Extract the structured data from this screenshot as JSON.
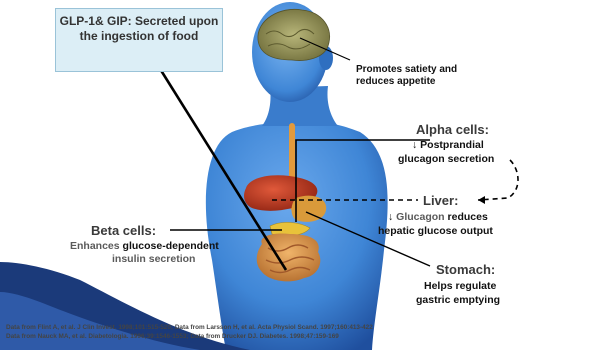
{
  "callout": {
    "text": "GLP-1& GIP: Secreted upon the ingestion of food"
  },
  "brain": {
    "text": "Promotes satiety and reduces appetite"
  },
  "alpha_cells": {
    "heading": "Alpha cells:",
    "arrow": "↓",
    "line1": "Postprandial",
    "line2": "glucagon secretion"
  },
  "liver": {
    "heading": "Liver:",
    "arrow": "↓",
    "glucagon": "Glucagon",
    "reduces": "reduces",
    "line2": "hepatic glucose output"
  },
  "beta_cells": {
    "heading": "Beta cells:",
    "enhances": "Enhances",
    "glucose_dependent": "glucose-dependent",
    "line2": "insulin secretion"
  },
  "stomach": {
    "heading": "Stomach:",
    "line1": "Helps regulate",
    "line2": "gastric emptying"
  },
  "references": {
    "line1": "Data from Flint A, et al. J Clin Invest. 1998;101:515-520; Data from Larsson H, et al. Acta Physiol Scand. 1997;160:413-422",
    "line2": "Data from Nauck MA, et al. Diabetologia. 1996;39:1546-1553; Data from Drucker DJ. Diabetes. 1998;47:159-169"
  },
  "colors": {
    "body": "#3f86d6",
    "body_dark": "#1f4f9e",
    "brain": "#8c8a4e",
    "liver": "#c43a24",
    "pancreas": "#e8b73a",
    "stomach": "#d99a3a",
    "intestine": "#d48a3e",
    "slide_accent": "#1b3a7a"
  }
}
